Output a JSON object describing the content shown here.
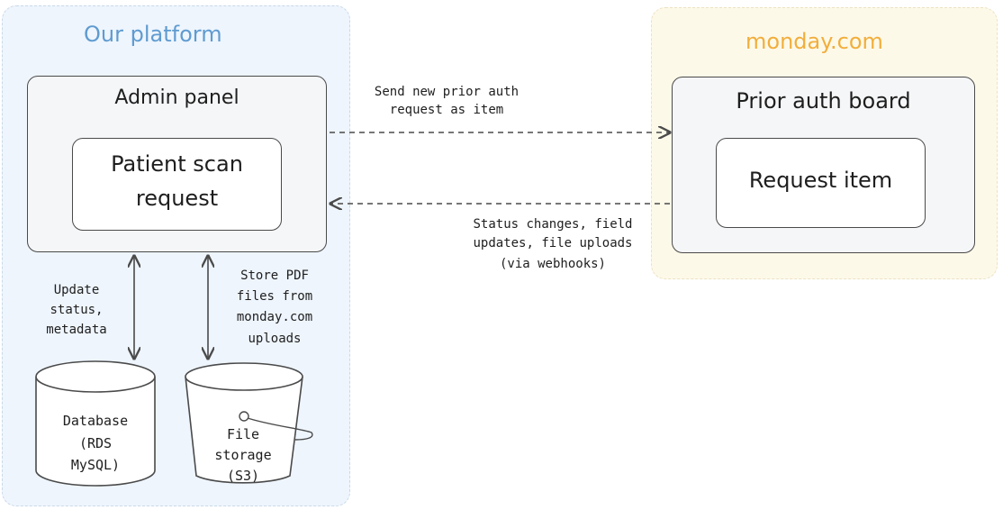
{
  "zones": {
    "left_title": "Our platform",
    "right_title": "monday.com"
  },
  "boxes": {
    "admin_panel": "Admin panel",
    "patient_scan_line1": "Patient scan",
    "patient_scan_line2": "request",
    "prior_auth_board": "Prior auth board",
    "request_item": "Request item"
  },
  "arrows": {
    "send_line1": "Send new prior auth",
    "send_line2": "request as item",
    "status_line1": "Status changes, field",
    "status_line2": "updates, file uploads",
    "status_line3": "(via webhooks)",
    "update_line1": "Update",
    "update_line2": "status,",
    "update_line3": "metadata",
    "store_line1": "Store PDF",
    "store_line2": "files from",
    "store_line3": "monday.com",
    "store_line4": "uploads"
  },
  "stores": {
    "db_line1": "Database",
    "db_line2": "(RDS",
    "db_line3": "MySQL)",
    "fs_line1": "File",
    "fs_line2": "storage",
    "fs_line3": "(S3)"
  },
  "colors": {
    "left_zone_bg": "#eef5fd",
    "left_zone_title": "#5f9bd0",
    "right_zone_bg": "#fdf9e9",
    "right_zone_title": "#f1ae3c",
    "stroke": "#4a4a4a"
  }
}
